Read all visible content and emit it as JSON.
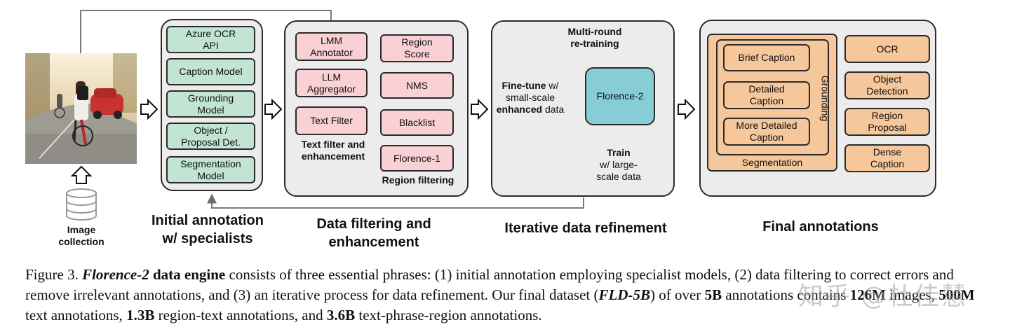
{
  "input": {
    "label_line1": "Image",
    "label_line2": "collection"
  },
  "stage1": {
    "title_line1": "Initial annotation",
    "title_line2": "w/ specialists",
    "items": [
      {
        "line1": "Azure OCR",
        "line2": "API"
      },
      {
        "line1": "Caption Model",
        "line2": ""
      },
      {
        "line1": "Grounding",
        "line2": "Model"
      },
      {
        "line1": "Object /",
        "line2": "Proposal Det."
      },
      {
        "line1": "Segmentation",
        "line2": "Model"
      }
    ]
  },
  "stage2": {
    "title_line1": "Data filtering and",
    "title_line2": "enhancement",
    "text_column": [
      {
        "line1": "LMM",
        "line2": "Annotator"
      },
      {
        "line1": "LLM",
        "line2": "Aggregator"
      },
      {
        "line1": "Text Filter",
        "line2": ""
      }
    ],
    "text_label_line1": "Text filter and",
    "text_label_line2": "enhancement",
    "region_column": [
      {
        "line1": "Region",
        "line2": "Score"
      },
      {
        "line1": "NMS",
        "line2": ""
      },
      {
        "line1": "Blacklist",
        "line2": ""
      },
      {
        "line1": "Florence-1",
        "line2": ""
      }
    ],
    "region_label": "Region filtering"
  },
  "stage3": {
    "title": "Iterative data refinement",
    "loop_label_line1": "Multi-round",
    "loop_label_line2": "re-training",
    "model": "Florence-2",
    "finetune_bold": "Fine-tune",
    "finetune_rest": " w/",
    "finetune_line2": "small-scale",
    "finetune_line3_bold": "enhanced",
    "finetune_line3_rest": " data",
    "train_bold": "Train",
    "train_line2": "w/ large-",
    "train_line3": "scale data"
  },
  "stage4": {
    "title": "Final annotations",
    "captions": [
      "Brief Caption",
      {
        "line1": "Detailed",
        "line2": "Caption"
      },
      {
        "line1": "More Detailed",
        "line2": "Caption"
      }
    ],
    "grounding_label": "Grounding",
    "segmentation_label": "Segmentation",
    "tasks": [
      {
        "line1": "OCR",
        "line2": ""
      },
      {
        "line1": "Object",
        "line2": "Detection"
      },
      {
        "line1": "Region",
        "line2": "Proposal"
      },
      {
        "line1": "Dense",
        "line2": "Caption"
      }
    ]
  },
  "caption": {
    "fig": "Figure 3. ",
    "name": "Florence-2",
    "t1": " data engine",
    "t2": " consists of three essential phrases: (1) initial annotation employing specialist models, (2) data filtering to correct errors and remove irrelevant annotations, and (3) an iterative process for data refinement. Our final dataset (",
    "dataset": "FLD-5B",
    "t3": ") of over ",
    "n1": "5B",
    "t4": " annotations contains ",
    "n2": "126M",
    "t5": " images, ",
    "n3": "500M",
    "t6": " text annotations, ",
    "n4": "1.3B",
    "t7": " region-text annotations, and ",
    "n5": "3.6B",
    "t8": " text-phrase-region annotations."
  },
  "watermark": "知乎 @杜佳慧",
  "colors": {
    "specialist_fill": "#c2e4d3",
    "filter_fill": "#f9d0d3",
    "model_fill": "#86cdd6",
    "final_fill": "#f6c79a",
    "panel_fill": "#ececec"
  }
}
